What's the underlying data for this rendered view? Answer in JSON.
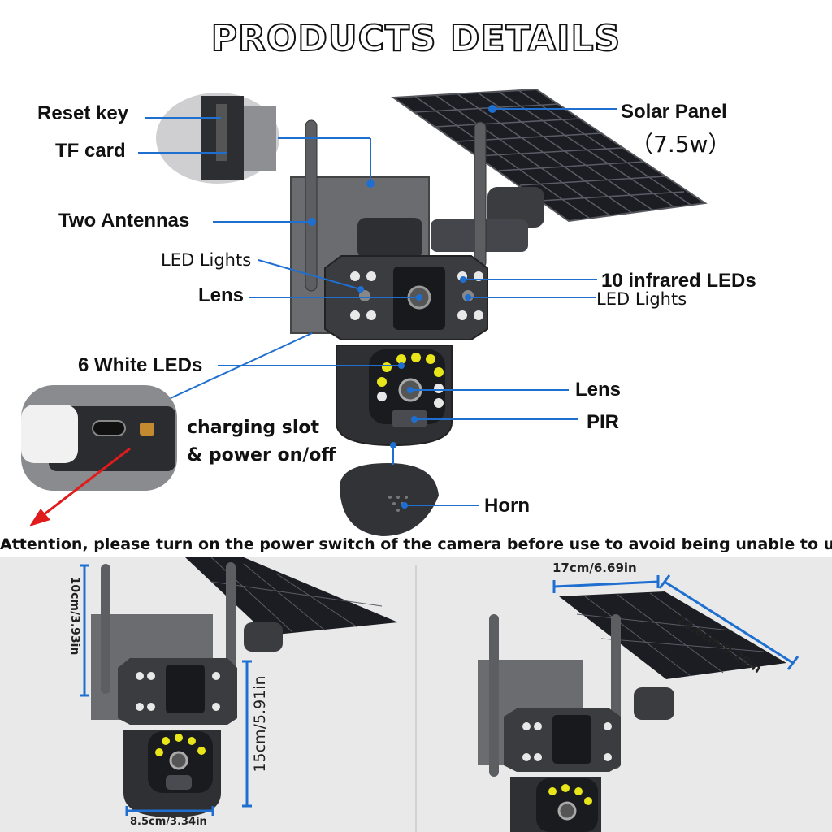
{
  "title": "PRODUCTS DETAILS",
  "labels": {
    "reset_key": "Reset key",
    "tf_card": "TF card",
    "solar_panel": "Solar Panel",
    "solar_power": "（7.5w）",
    "two_antennas": "Two Antennas",
    "led_lights_left": "LED Lights",
    "infrared_leds": "10 infrared LEDs",
    "lens_left": "Lens",
    "led_lights_right": "LED Lights",
    "white_leds": "6 White LEDs",
    "lens_right": "Lens",
    "pir": "PIR",
    "charging_slot": "charging slot",
    "power_switch": "& power on/off",
    "horn": "Horn"
  },
  "attention": "Attention, please turn on the power switch of the camera before use to avoid being unable to use it",
  "dimensions": {
    "height_top": "10cm/3.93in",
    "height_body": "15cm/5.91in",
    "width_base": "8.5cm/3.34in",
    "panel_width": "17cm/6.69in",
    "panel_length": "23.6cm/9.29in"
  },
  "colors": {
    "callout_line": "#1f6fd1",
    "arrow": "#e01b1b",
    "camera_body": "#3b3c40",
    "panel": "#1c1d22",
    "infrared_led": "#e8e8e8",
    "white_led": "#e8e51a"
  }
}
